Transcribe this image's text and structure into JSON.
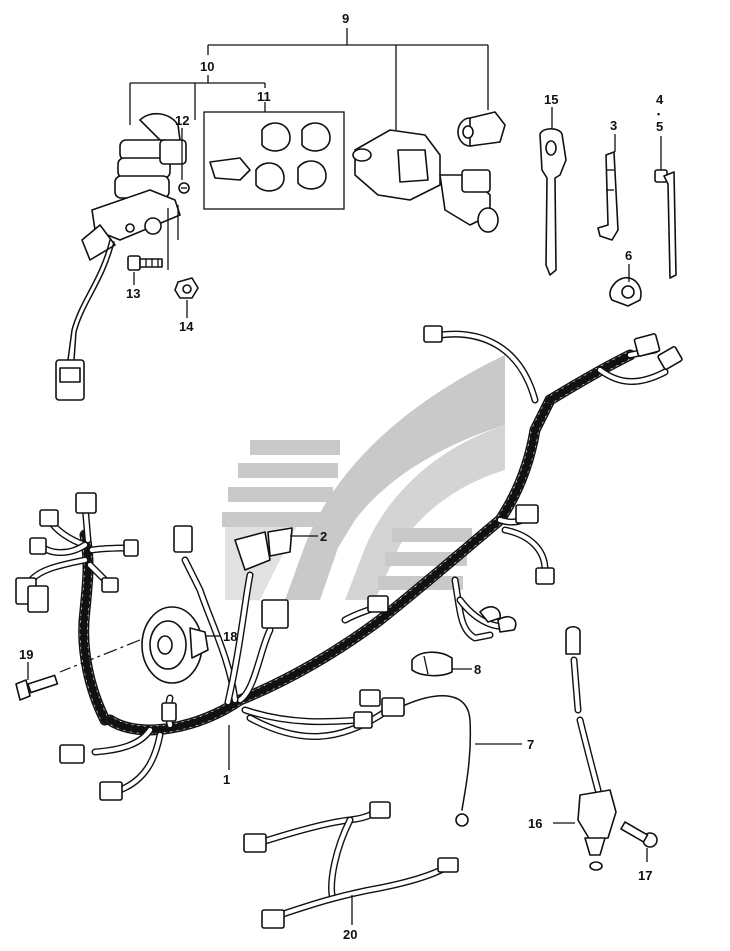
{
  "callouts": {
    "c1": "1",
    "c2": "2",
    "c3": "3",
    "c4": "4",
    "c5": "5",
    "c6": "6",
    "c7": "7",
    "c8": "8",
    "c9": "9",
    "c10": "10",
    "c11": "11",
    "c12": "12",
    "c13": "13",
    "c14": "14",
    "c15": "15",
    "c16": "16",
    "c17": "17",
    "c18": "18",
    "c19": "19",
    "c20": "20"
  },
  "separator_dot": "•"
}
